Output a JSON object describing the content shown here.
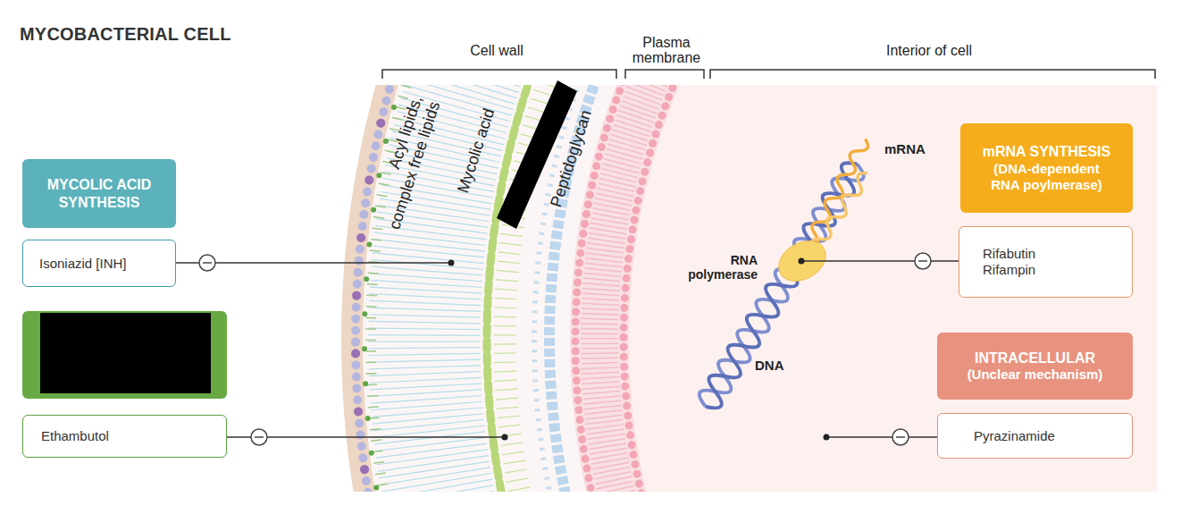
{
  "diagram": {
    "title": "MYCOBACTERIAL CELL",
    "nodes": [
      {
        "text": [
          "MYCOLIC ACID SYNTHESIS"
        ]
      },
      {
        "text": [
          "Isoniazid [INH]"
        ]
      },
      {
        "text": [
          "Ethambutol"
        ]
      },
      {
        "text": [
          "mRNA SYNTHESIS",
          "(DNA-dependent RNA poylmerase)"
        ]
      },
      {
        "text": [
          "Rifabutin",
          "Rifampin"
        ]
      },
      {
        "text": [
          "INTRACELLULAR",
          "(Unclear mechanism)"
        ]
      },
      {
        "text": [
          "Pyrazinamide"
        ]
      }
    ],
    "labels": [
      "Cell wall",
      "Plasma membrane",
      "Interior of cell",
      "Acyl lipids, complex free lipids",
      "Mycolic acid",
      "Peptidoglycan",
      "mRNA",
      "RNA polymerase",
      "DNA"
    ]
  }
}
